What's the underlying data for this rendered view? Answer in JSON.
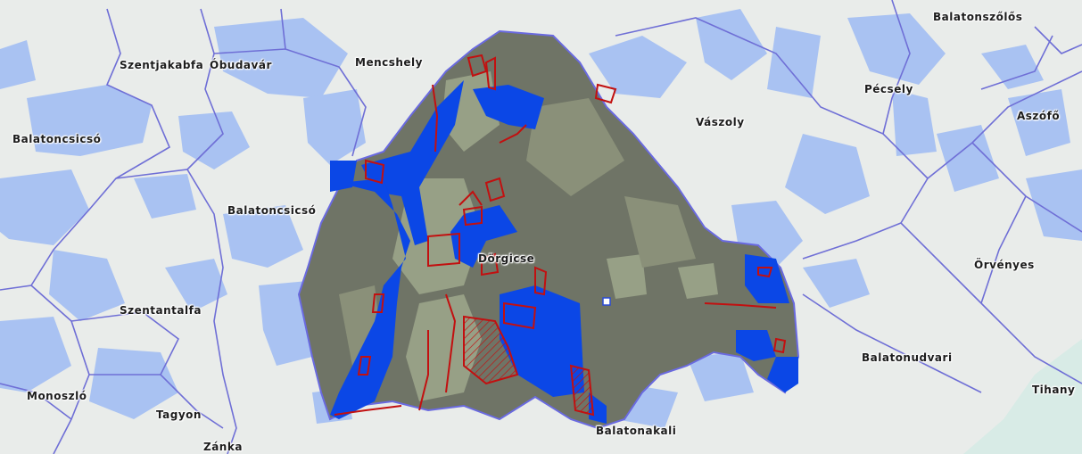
{
  "map": {
    "colors": {
      "background": "#e9ecea",
      "natura_zone_light": "#a9c2f2",
      "natura_zone_dark": "#0b47e6",
      "municipal_boundary": "#6f6fd6",
      "study_area_outline": "#6a6ae0",
      "protected_parcels": "#c21010",
      "imagery_forest": "#6f7466",
      "imagery_fields": "#97a086",
      "lake_water": "#d8ebe6"
    },
    "layers": [
      "satellite-imagery",
      "natura-2000-zones",
      "municipal-boundaries",
      "protected-parcels"
    ],
    "labels": {
      "balatonszolos": "Balatonszőlős",
      "szentjakabfa": "Szentjakabfa",
      "obudavar": "Óbudavár",
      "mencshely": "Mencshely",
      "pecsely": "Pécsely",
      "balatoncsicso_west": "Balatoncsicsó",
      "vaszoly": "Vászoly",
      "aszofo": "Aszófő",
      "balatoncsicso_center": "Balatoncsicsó",
      "dorgicse": "Dörgicse",
      "orvenyes": "Örvényes",
      "szentantalfa": "Szentantalfa",
      "balatonudvari": "Balatonudvari",
      "monoszlo": "Monoszló",
      "tihany": "Tihany",
      "tagyon": "Tagyon",
      "balatonakali": "Balatonakali",
      "zanka": "Zánka"
    }
  }
}
